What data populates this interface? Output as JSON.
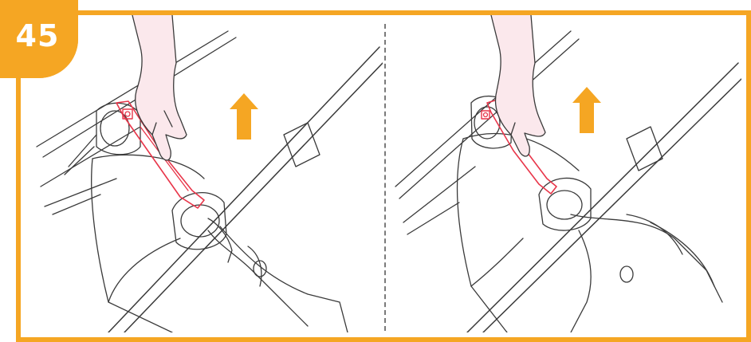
{
  "step": {
    "number": "45"
  },
  "colors": {
    "accent": "#f5a623",
    "highlight": "#e8364a",
    "skin": "#fbe8ec",
    "line": "#3a3a3a",
    "divider": "#7a7a7a"
  },
  "panels": [
    {
      "icon": "up-arrow-icon",
      "direction": "up"
    },
    {
      "icon": "up-arrow-icon",
      "direction": "up"
    }
  ]
}
